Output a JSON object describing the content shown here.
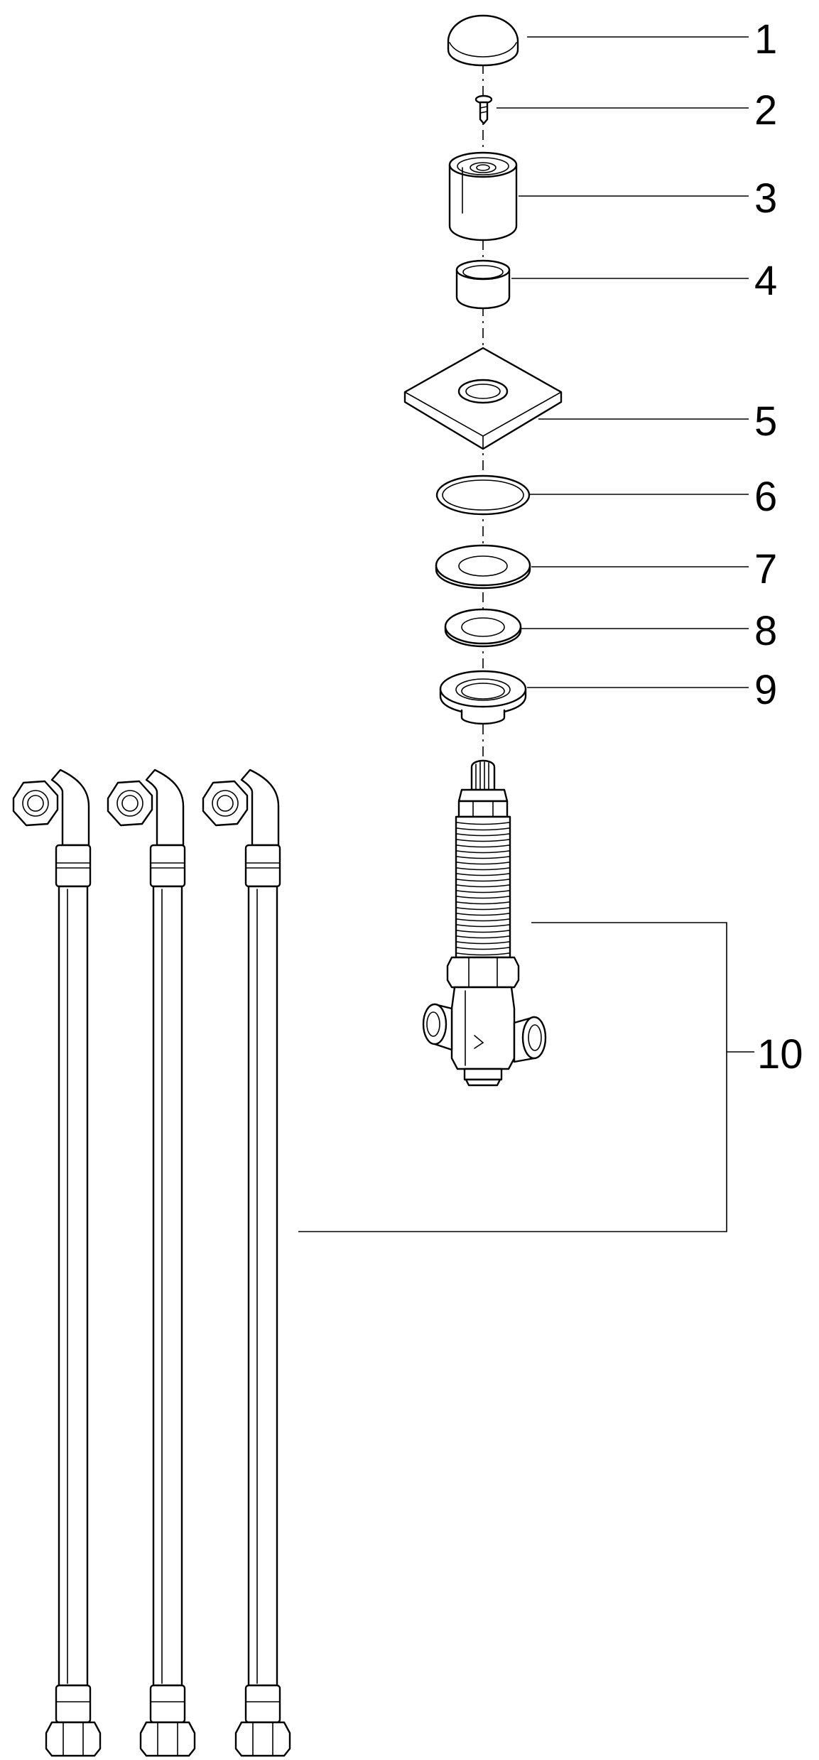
{
  "callouts": [
    {
      "number": "1"
    },
    {
      "number": "2"
    },
    {
      "number": "3"
    },
    {
      "number": "4"
    },
    {
      "number": "5"
    },
    {
      "number": "6"
    },
    {
      "number": "7"
    },
    {
      "number": "8"
    },
    {
      "number": "9"
    },
    {
      "number": "10"
    }
  ],
  "colors": {
    "line": "#000000",
    "background": "#ffffff"
  }
}
